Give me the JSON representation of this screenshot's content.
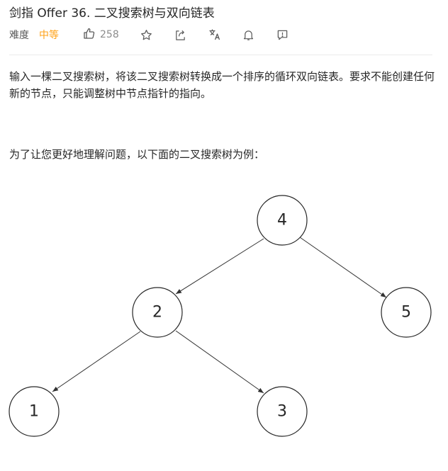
{
  "problem": {
    "title": "剑指 Offer 36. 二叉搜索树与双向链表",
    "difficulty_label": "难度",
    "difficulty": "中等",
    "likes": "258",
    "accent_color": "#ffa116"
  },
  "toolbar": {
    "icons": [
      "thumbs-up-icon",
      "star-icon",
      "share-icon",
      "translate-icon",
      "bell-icon",
      "feedback-icon"
    ]
  },
  "description": {
    "paragraph1": "输入一棵二叉搜索树，将该二叉搜索树转换成一个排序的循环双向链表。要求不能创建任何新的节点，只能调整树中节点指针的指向。",
    "paragraph2": "为了让您更好地理解问题，以下面的二叉搜索树为例："
  },
  "tree": {
    "nodes": [
      {
        "id": "n4",
        "value": "4"
      },
      {
        "id": "n2",
        "value": "2"
      },
      {
        "id": "n5",
        "value": "5"
      },
      {
        "id": "n1",
        "value": "1"
      },
      {
        "id": "n3",
        "value": "3"
      }
    ],
    "edges": [
      [
        "n4",
        "n2"
      ],
      [
        "n4",
        "n5"
      ],
      [
        "n2",
        "n1"
      ],
      [
        "n2",
        "n3"
      ]
    ]
  }
}
